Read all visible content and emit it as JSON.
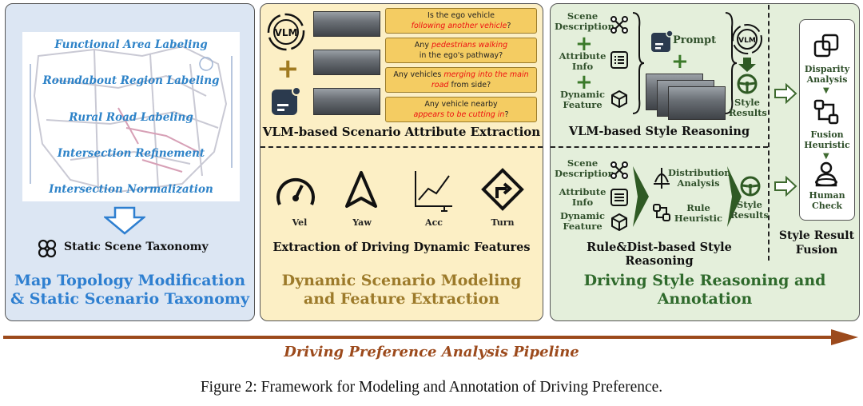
{
  "panel1": {
    "map_labels": [
      "Functional Area Labeling",
      "Roundabout Region Labeling",
      "Rural Road Labeling",
      "Intersection Refinement",
      "Intersection Normalization"
    ],
    "taxonomy_label": "Static Scene Taxonomy",
    "title_line1": "Map Topology Modification",
    "title_line2": "& Static Scenario Taxonomy"
  },
  "panel2": {
    "vlm_icon_text": "VLM",
    "questions": [
      {
        "pre": "Is the ego vehicle",
        "red": "following another vehicle",
        "post": "?",
        "layout": "pre-br-red"
      },
      {
        "pre": "Any ",
        "red": "pedestrians walking",
        "post": "in the ego's pathway?",
        "layout": "pre-red-br-post"
      },
      {
        "pre": "Any vehicles ",
        "red": "merging into the main road",
        "post": " from side?",
        "layout": "pre-red-post"
      },
      {
        "pre": "Any vehicle nearby",
        "red": "appears to be cutting in",
        "post": "?",
        "layout": "pre-br-red"
      }
    ],
    "vlm_subtitle": "VLM-based Scenario Attribute Extraction",
    "features": [
      "Vel",
      "Yaw",
      "Acc",
      "Turn"
    ],
    "features_subtitle": "Extraction of Driving Dynamic Features",
    "title_line1": "Dynamic Scenario Modeling",
    "title_line2": "and Feature Extraction"
  },
  "panel3": {
    "top_inputs": [
      "Scene Description",
      "Attribute Info",
      "Dynamic Feature"
    ],
    "prompt_label": "Prompt",
    "vlm_icon_text": "VLM",
    "style_results": "Style Results",
    "top_subtitle": "VLM-based Style Reasoning",
    "bottom_inputs": [
      "Scene Description",
      "Attribute Info",
      "Dynamic Feature"
    ],
    "distribution_analysis": "Distribution Analysis",
    "rule_heuristic": "Rule Heuristic",
    "bottom_style_results": "Style Results",
    "bottom_subtitle": "Rule&Dist-based Style Reasoning",
    "fusion_steps": [
      "Disparity Analysis",
      "Fusion Heuristic",
      "Human Check"
    ],
    "fusion_label": "Style Result Fusion",
    "title_line1": "Driving Style Reasoning and",
    "title_line2": "Annotation"
  },
  "pipeline_label": "Driving Preference Analysis Pipeline",
  "caption": "Figure 2: Framework for Modeling and Annotation of Driving Preference.",
  "colors": {
    "panel1_bg": "#dce6f3",
    "panel2_bg": "#fcefc5",
    "panel3_bg": "#e4efdb",
    "question_bg": "#f4cc62",
    "arrow": "#9c4a1c",
    "blue_title": "#2e7fd0",
    "olive_title": "#9c7a2a",
    "green_title": "#2f6a2c"
  }
}
